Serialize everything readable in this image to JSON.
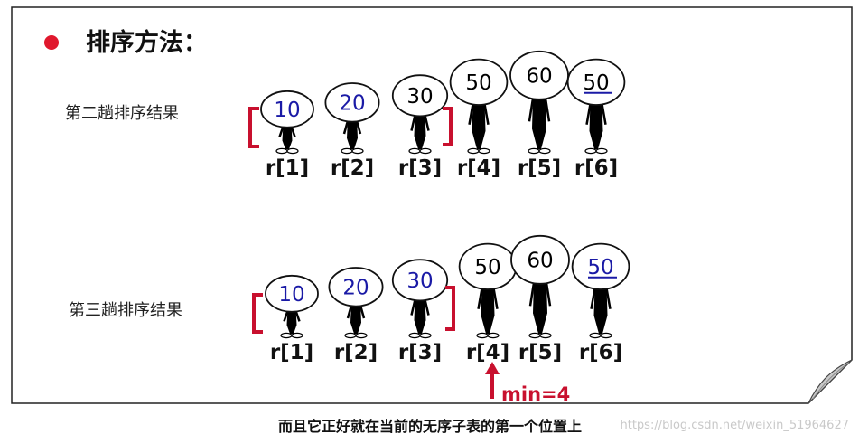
{
  "slide": {
    "heading": "排序方法：",
    "caption": "而且它正好就在当前的无序子表的第一个位置上",
    "watermark": "https://blog.csdn.net/weixin_51964627"
  },
  "rows": [
    {
      "label": "第二趟排序结果",
      "items": [
        {
          "value": "10",
          "label": "r[1]",
          "value_color": "#1a1aa6",
          "height": 10,
          "underline": false
        },
        {
          "value": "20",
          "label": "r[2]",
          "value_color": "#1a1aa6",
          "height": 20,
          "underline": false
        },
        {
          "value": "30",
          "label": "r[3]",
          "value_color": "#000000",
          "height": 30,
          "underline": false
        },
        {
          "value": "50",
          "label": "r[4]",
          "value_color": "#000000",
          "height": 50,
          "underline": false
        },
        {
          "value": "60",
          "label": "r[5]",
          "value_color": "#000000",
          "height": 60,
          "underline": false
        },
        {
          "value": "50",
          "label": "r[6]",
          "value_color": "#000000",
          "height": 50,
          "underline": true
        }
      ]
    },
    {
      "label": "第三趟排序结果",
      "items": [
        {
          "value": "10",
          "label": "r[1]",
          "value_color": "#1a1aa6",
          "height": 10,
          "underline": false
        },
        {
          "value": "20",
          "label": "r[2]",
          "value_color": "#1a1aa6",
          "height": 20,
          "underline": false
        },
        {
          "value": "30",
          "label": "r[3]",
          "value_color": "#1a1aa6",
          "height": 30,
          "underline": false
        },
        {
          "value": "50",
          "label": "r[4]",
          "value_color": "#000000",
          "height": 50,
          "underline": false
        },
        {
          "value": "60",
          "label": "r[5]",
          "value_color": "#000000",
          "height": 60,
          "underline": false
        },
        {
          "value": "50",
          "label": "r[6]",
          "value_color": "#1a1aa6",
          "height": 50,
          "underline": true
        }
      ]
    }
  ],
  "pointer": {
    "label": "min=4",
    "target_index": 4
  },
  "colors": {
    "accent_red": "#c8102e",
    "pointer_red": "#c8102e",
    "figure": "#000000",
    "value_blue": "#1a1aa6"
  }
}
